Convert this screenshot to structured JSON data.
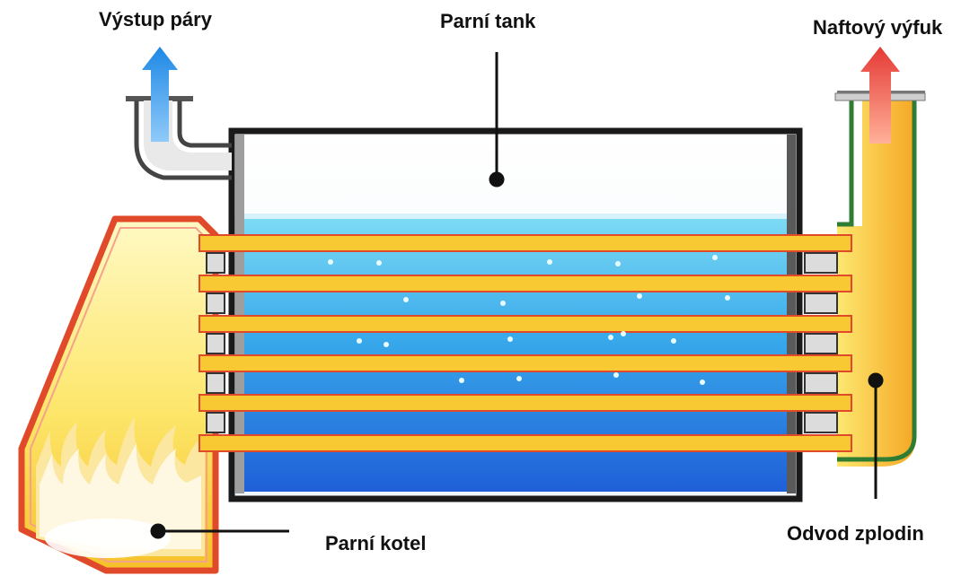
{
  "labels": {
    "steam_outlet": "Výstup páry",
    "steam_tank": "Parní tank",
    "diesel_exhaust": "Naftový výfuk",
    "steam_boiler": "Parní kotel",
    "flue_outlet": "Odvod zplodin"
  },
  "colors": {
    "steam_arrow": "#1e88e5",
    "exhaust_arrow": "#e53935",
    "tube_fill": "#f9c934",
    "tube_outline": "#e04a2a",
    "water_light": "#6fd6f2",
    "water_dark": "#2a6fe0",
    "boiler_outline": "#e04a2a",
    "exhaust_pipe_outline": "#2e7d32",
    "tank_outline": "#1a1a1a"
  },
  "icons": {
    "steam_arrow": "up-arrow-icon",
    "exhaust_arrow": "up-arrow-icon",
    "flames": "flame-icon"
  }
}
